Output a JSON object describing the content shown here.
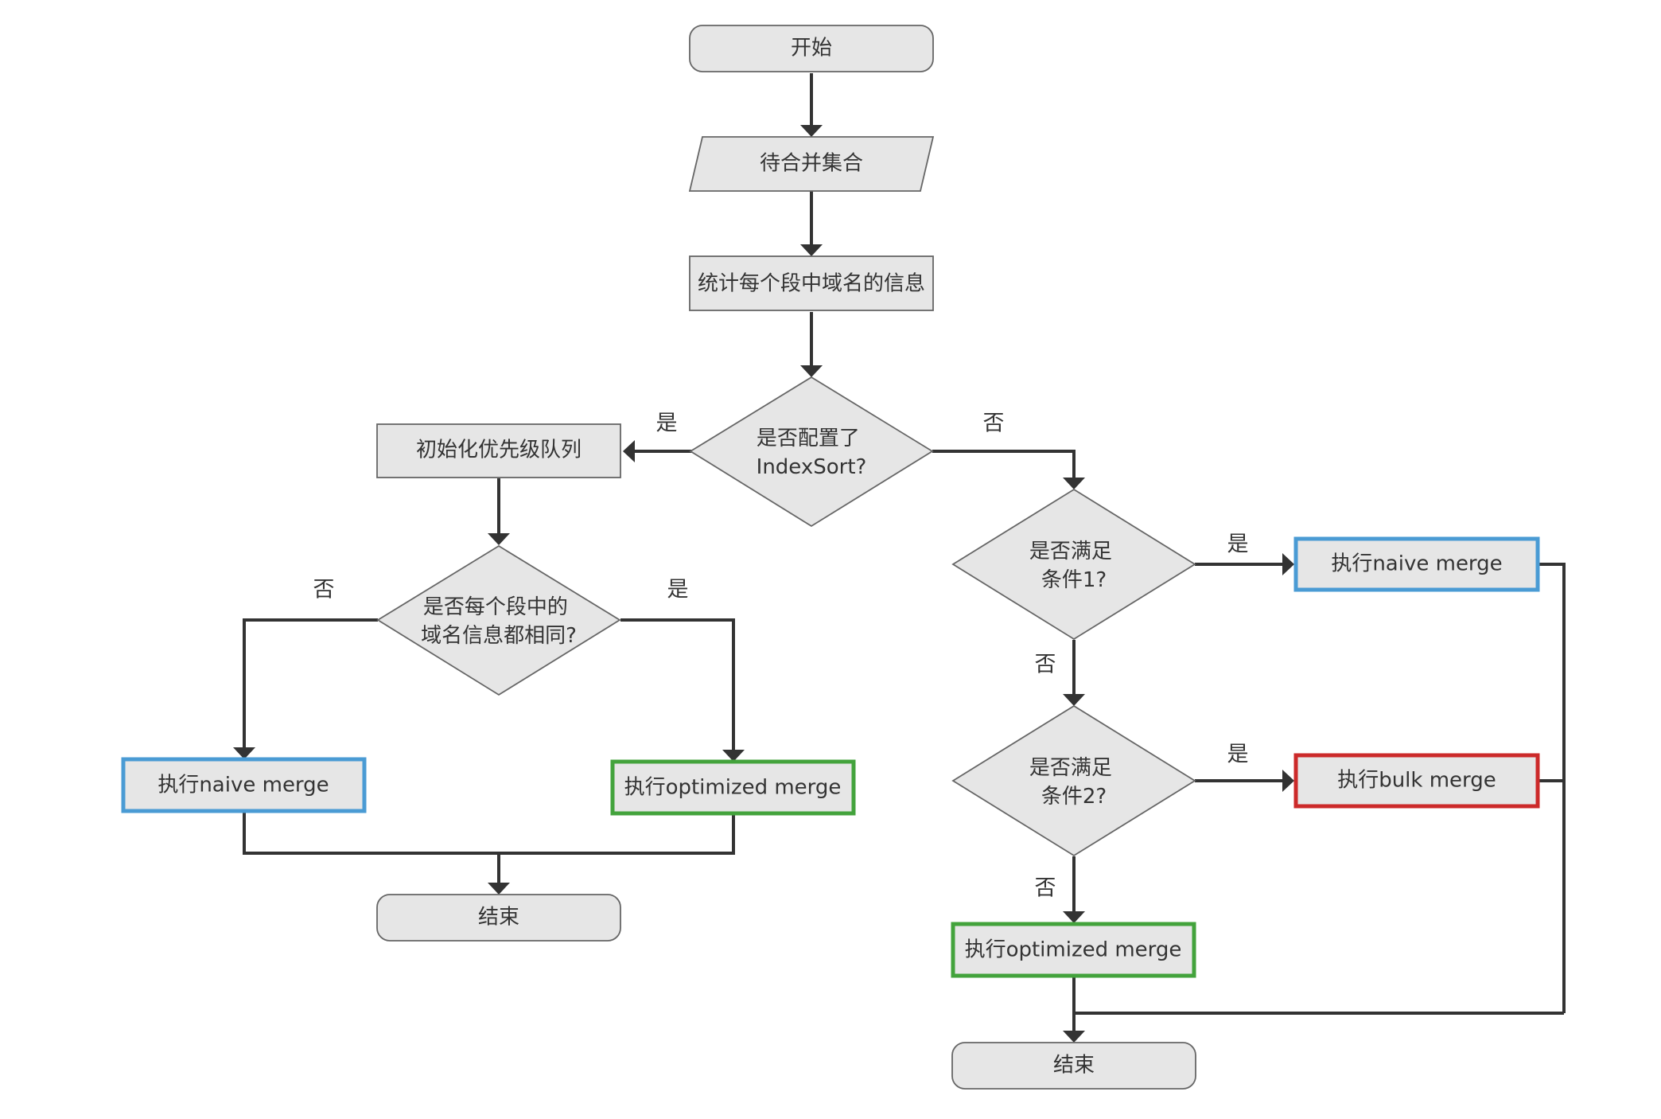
{
  "diagram": {
    "type": "flowchart",
    "colors": {
      "node_fill": "#e6e6e6",
      "node_stroke": "#666666",
      "edge": "#333333",
      "naive_merge_border": "#4a9bd4",
      "optimized_merge_border": "#43a33c",
      "bulk_merge_border": "#cc2a2a"
    },
    "nodes": {
      "start": "开始",
      "input_set": "待合并集合",
      "stats": "统计每个段中域名的信息",
      "decision_indexsort": [
        "是否配置了",
        "IndexSort?"
      ],
      "init_queue": "初始化优先级队列",
      "decision_same_fields": [
        "是否每个段中的",
        "域名信息都相同?"
      ],
      "left_naive_merge": "执行naive merge",
      "left_optimized_merge": "执行optimized merge",
      "left_end": "结束",
      "decision_cond1": [
        "是否满足",
        "条件1?"
      ],
      "right_naive_merge": "执行naive merge",
      "decision_cond2": [
        "是否满足",
        "条件2?"
      ],
      "bulk_merge": "执行bulk merge",
      "right_optimized_merge": "执行optimized merge",
      "right_end": "结束"
    },
    "edge_labels": {
      "indexsort_yes": "是",
      "indexsort_no": "否",
      "same_fields_no": "否",
      "same_fields_yes": "是",
      "cond1_yes": "是",
      "cond1_no": "否",
      "cond2_yes": "是",
      "cond2_no": "否"
    }
  }
}
